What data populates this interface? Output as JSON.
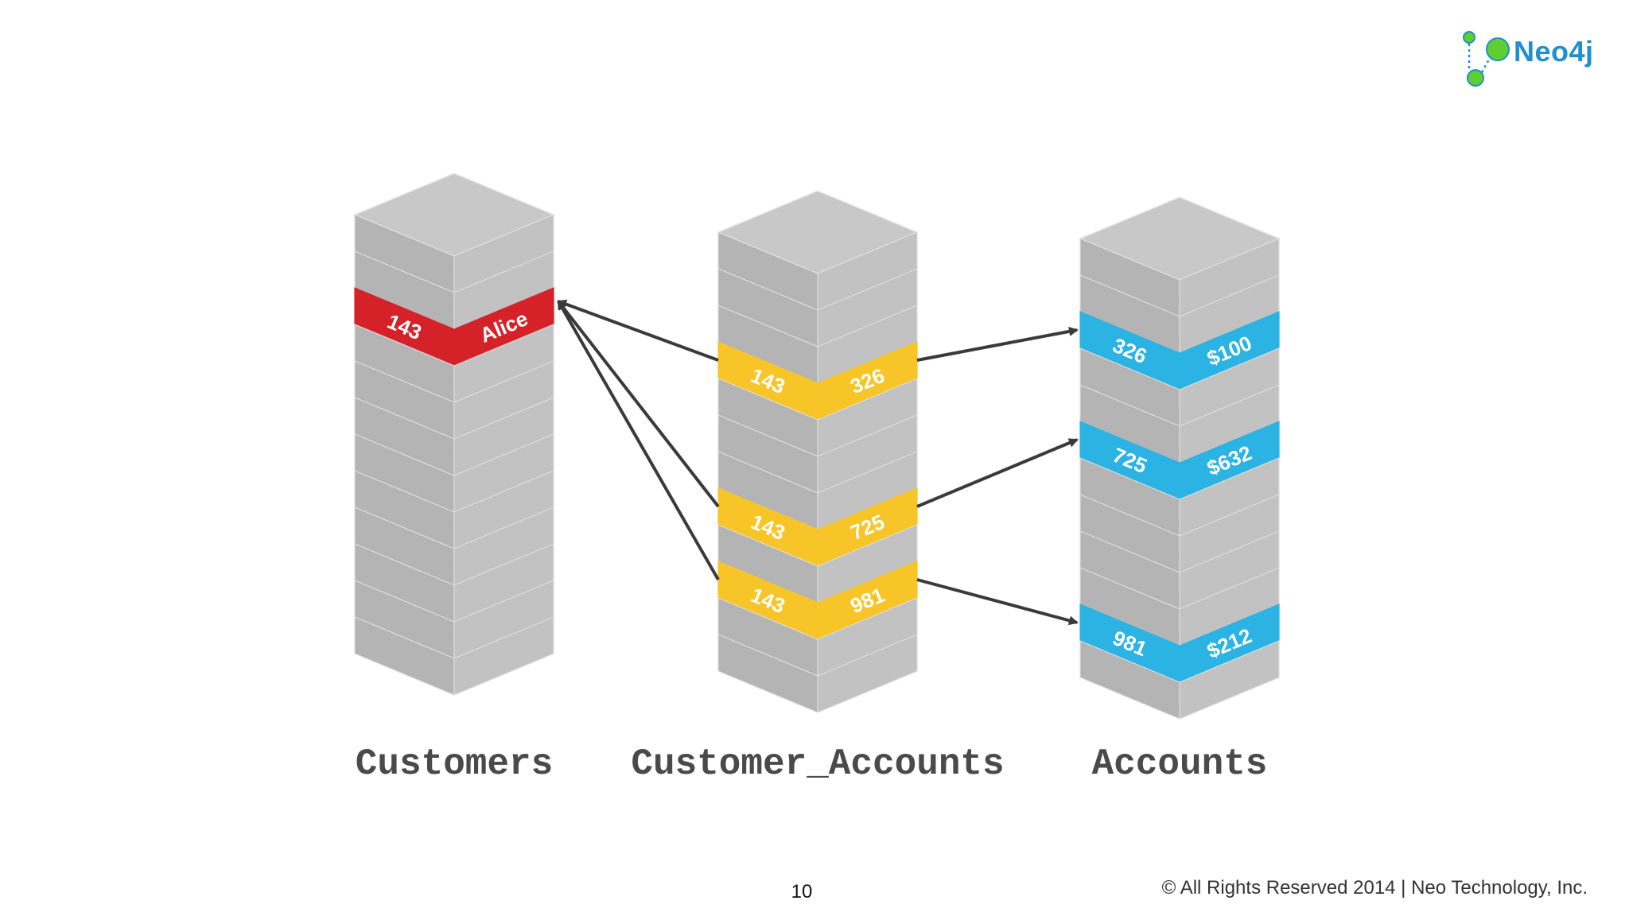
{
  "logo": {
    "text": "Neo4j",
    "colors": {
      "green": "#5fcf30",
      "blue": "#1f8fd0"
    }
  },
  "colors": {
    "customer_highlight": "#d52228",
    "link_highlight": "#f7c527",
    "account_highlight": "#2ab3e3",
    "block": "#b9b9b9",
    "arrow": "#3a3a3a"
  },
  "tables": [
    {
      "name": "Customers",
      "rows": [
        {
          "cells": [
            "143",
            "Alice"
          ]
        }
      ]
    },
    {
      "name": "Customer_Accounts",
      "rows": [
        {
          "cells": [
            "143",
            "326"
          ]
        },
        {
          "cells": [
            "143",
            "725"
          ]
        },
        {
          "cells": [
            "143",
            "981"
          ]
        }
      ]
    },
    {
      "name": "Accounts",
      "rows": [
        {
          "cells": [
            "326",
            "$100"
          ]
        },
        {
          "cells": [
            "725",
            "$632"
          ]
        },
        {
          "cells": [
            "981",
            "$212"
          ]
        }
      ]
    }
  ],
  "arrows": [
    {
      "from": "Customer_Accounts:143/326",
      "to": "Customers:143/Alice"
    },
    {
      "from": "Customer_Accounts:143/725",
      "to": "Customers:143/Alice"
    },
    {
      "from": "Customer_Accounts:143/981",
      "to": "Customers:143/Alice"
    },
    {
      "from": "Customer_Accounts:143/326",
      "to": "Accounts:326/$100"
    },
    {
      "from": "Customer_Accounts:143/725",
      "to": "Accounts:725/$632"
    },
    {
      "from": "Customer_Accounts:143/981",
      "to": "Accounts:981/$212"
    }
  ],
  "footer": {
    "page_number": "10",
    "copyright": "© All Rights Reserved 2014 | Neo Technology, Inc."
  }
}
